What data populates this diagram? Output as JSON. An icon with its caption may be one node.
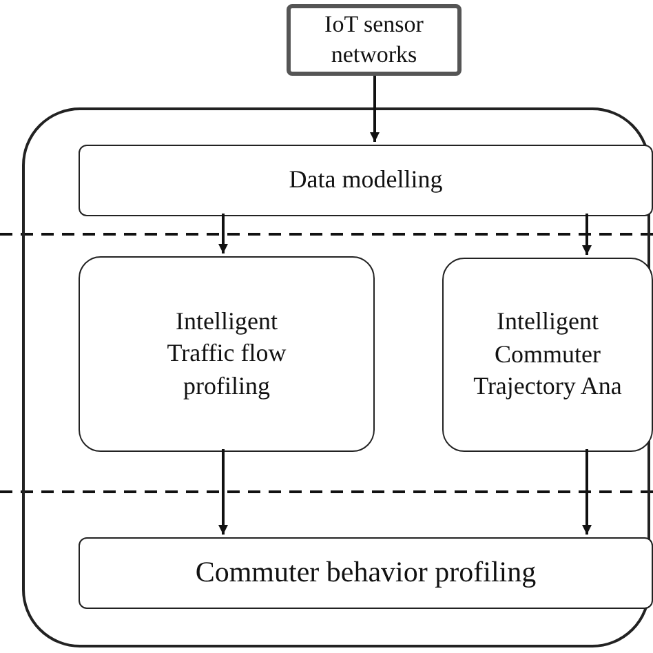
{
  "diagram": {
    "nodes": [
      {
        "text": [
          "IoT sensor networks"
        ]
      },
      {
        "text": [],
        "shape": "box"
      },
      {
        "text": [
          "Data modelling"
        ],
        "in": 1
      },
      {
        "text": [
          "Intelligent Traffic flow profiling"
        ],
        "in": 1
      },
      {
        "text": [
          "Intelligent Commuter Trajectory Ana"
        ],
        "in": 1
      },
      {
        "text": [
          "Commuter behavior profiling"
        ],
        "in": 1
      }
    ],
    "edges": [
      {
        "from": 0,
        "to": 2,
        "arrow": "to"
      },
      {
        "from": 2,
        "to": 3,
        "arrow": "to"
      },
      {
        "from": 2,
        "to": 4,
        "arrow": "to"
      },
      {
        "from": 3,
        "to": 5,
        "arrow": "to"
      },
      {
        "from": 4,
        "to": 5,
        "arrow": "to"
      }
    ]
  }
}
